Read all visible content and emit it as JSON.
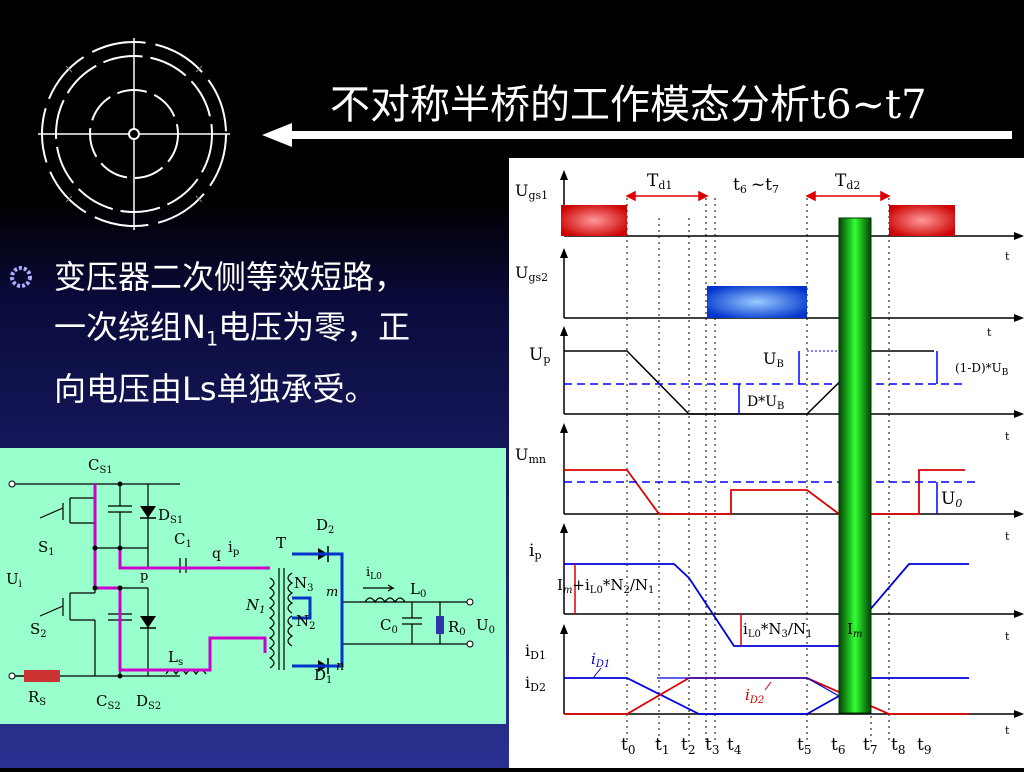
{
  "slide": {
    "title": "不对称半桥的工作模态分析t6~t7",
    "bullet": {
      "line1": "变压器二次侧等效短路，",
      "line2_pre": "一次绕组N",
      "line2_sub": "1",
      "line2_post": "电压为零，正",
      "line3": "向电压由Ls单独承受。"
    }
  },
  "circuit": {
    "labels": {
      "cs1": "C",
      "cs1_sub": "S1",
      "ds1": "D",
      "ds1_sub": "S1",
      "s1": "S",
      "s1_sub": "1",
      "c1": "C",
      "c1_sub": "1",
      "q": "q",
      "ip": "i",
      "ip_sub": "p",
      "t": "T",
      "d2": "D",
      "d2_sub": "2",
      "ui": "U",
      "ui_sub": "i",
      "p": "p",
      "n3": "N",
      "n3_sub": "3",
      "m": "m",
      "il0": "i",
      "il0_sub": "L0",
      "l0": "L",
      "l0_sub": "0",
      "n1": "N",
      "n1_sub": "1",
      "n2": "N",
      "n2_sub": "2",
      "c0": "C",
      "c0_sub": "0",
      "r0": "R",
      "r0_sub": "0",
      "u0": "U",
      "u0_sub": "0",
      "s2": "S",
      "s2_sub": "2",
      "ls": "L",
      "ls_sub": "s",
      "d1": "D",
      "d1_sub": "1",
      "n": "n",
      "rs": "R",
      "rs_sub": "S",
      "cs2": "C",
      "cs2_sub": "S2",
      "ds2": "D",
      "ds2_sub": "S2"
    }
  },
  "waveforms": {
    "td1": "T",
    "td1_sub": "d1",
    "t6t7_a": "t",
    "t6t7_a_sub": "6",
    "t6t7_tilde": "~",
    "t6t7_b": "t",
    "t6t7_b_sub": "7",
    "td2": "T",
    "td2_sub": "d2",
    "ugs1": "U",
    "ugs1_sub": "gs1",
    "ugs2": "U",
    "ugs2_sub": "gs2",
    "up": "U",
    "up_sub": "p",
    "ub": "U",
    "ub_sub": "B",
    "d_ub": "D*U",
    "d_ub_sub": "B",
    "one_minus_d": "(1-D)*U",
    "one_minus_d_sub": "B",
    "umn": "U",
    "umn_sub": "mn",
    "u0": "U",
    "u0_sub": "0",
    "ip": "i",
    "ip_sub": "p",
    "im_il0": "I",
    "im_sub": "m",
    "im_plus": "+i",
    "il0_sub": "L0",
    "times_n2_n1": "*N",
    "n2_sub": "2",
    "slash_n1": "/N",
    "n1_sub": "1",
    "il0_n3": "i",
    "il0_n3_sub": "L0",
    "times_n3": "*N",
    "n3_sub": "3",
    "slash_n1b": "/N",
    "n1b_sub": "1",
    "im_label": "I",
    "im_label_sub": "m",
    "id1": "i",
    "id1_sub": "D1",
    "id2": "i",
    "id2_sub": "D2",
    "id1_curve": "i",
    "id1_curve_sub": "D1",
    "id2_curve": "i",
    "id2_curve_sub": "D2",
    "t_axis": "t",
    "ticks": [
      {
        "t": "t",
        "s": "0"
      },
      {
        "t": "t",
        "s": "1"
      },
      {
        "t": "t",
        "s": "2"
      },
      {
        "t": "t",
        "s": "3"
      },
      {
        "t": "t",
        "s": "4"
      },
      {
        "t": "t",
        "s": "5"
      },
      {
        "t": "t",
        "s": "6"
      },
      {
        "t": "t",
        "s": "7"
      },
      {
        "t": "t",
        "s": "8"
      },
      {
        "t": "t",
        "s": "9"
      }
    ]
  }
}
